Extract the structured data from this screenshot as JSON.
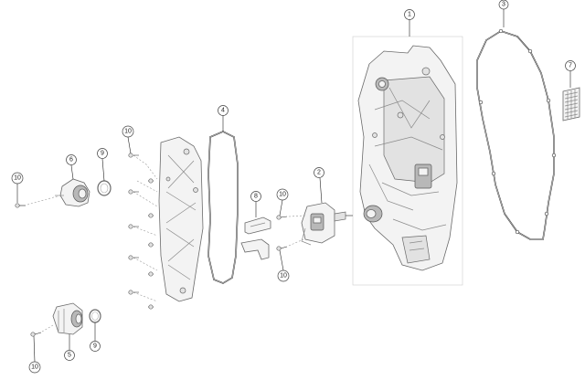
{
  "callouts": {
    "c1": "1",
    "c2": "2",
    "c3": "3",
    "c4": "4",
    "c5": "5",
    "c6": "6",
    "c7": "7",
    "c8": "8",
    "c9a": "9",
    "c9b": "9",
    "c10a": "10",
    "c10b": "10",
    "c10c": "10",
    "c10d": "10",
    "c10e": "10"
  },
  "colors": {
    "line": "#8a8a8a",
    "part_fill": "#f3f3f3",
    "part_stroke": "#6a6a6a",
    "gasket": "#3a3a3a",
    "callout_text": "#222222"
  }
}
